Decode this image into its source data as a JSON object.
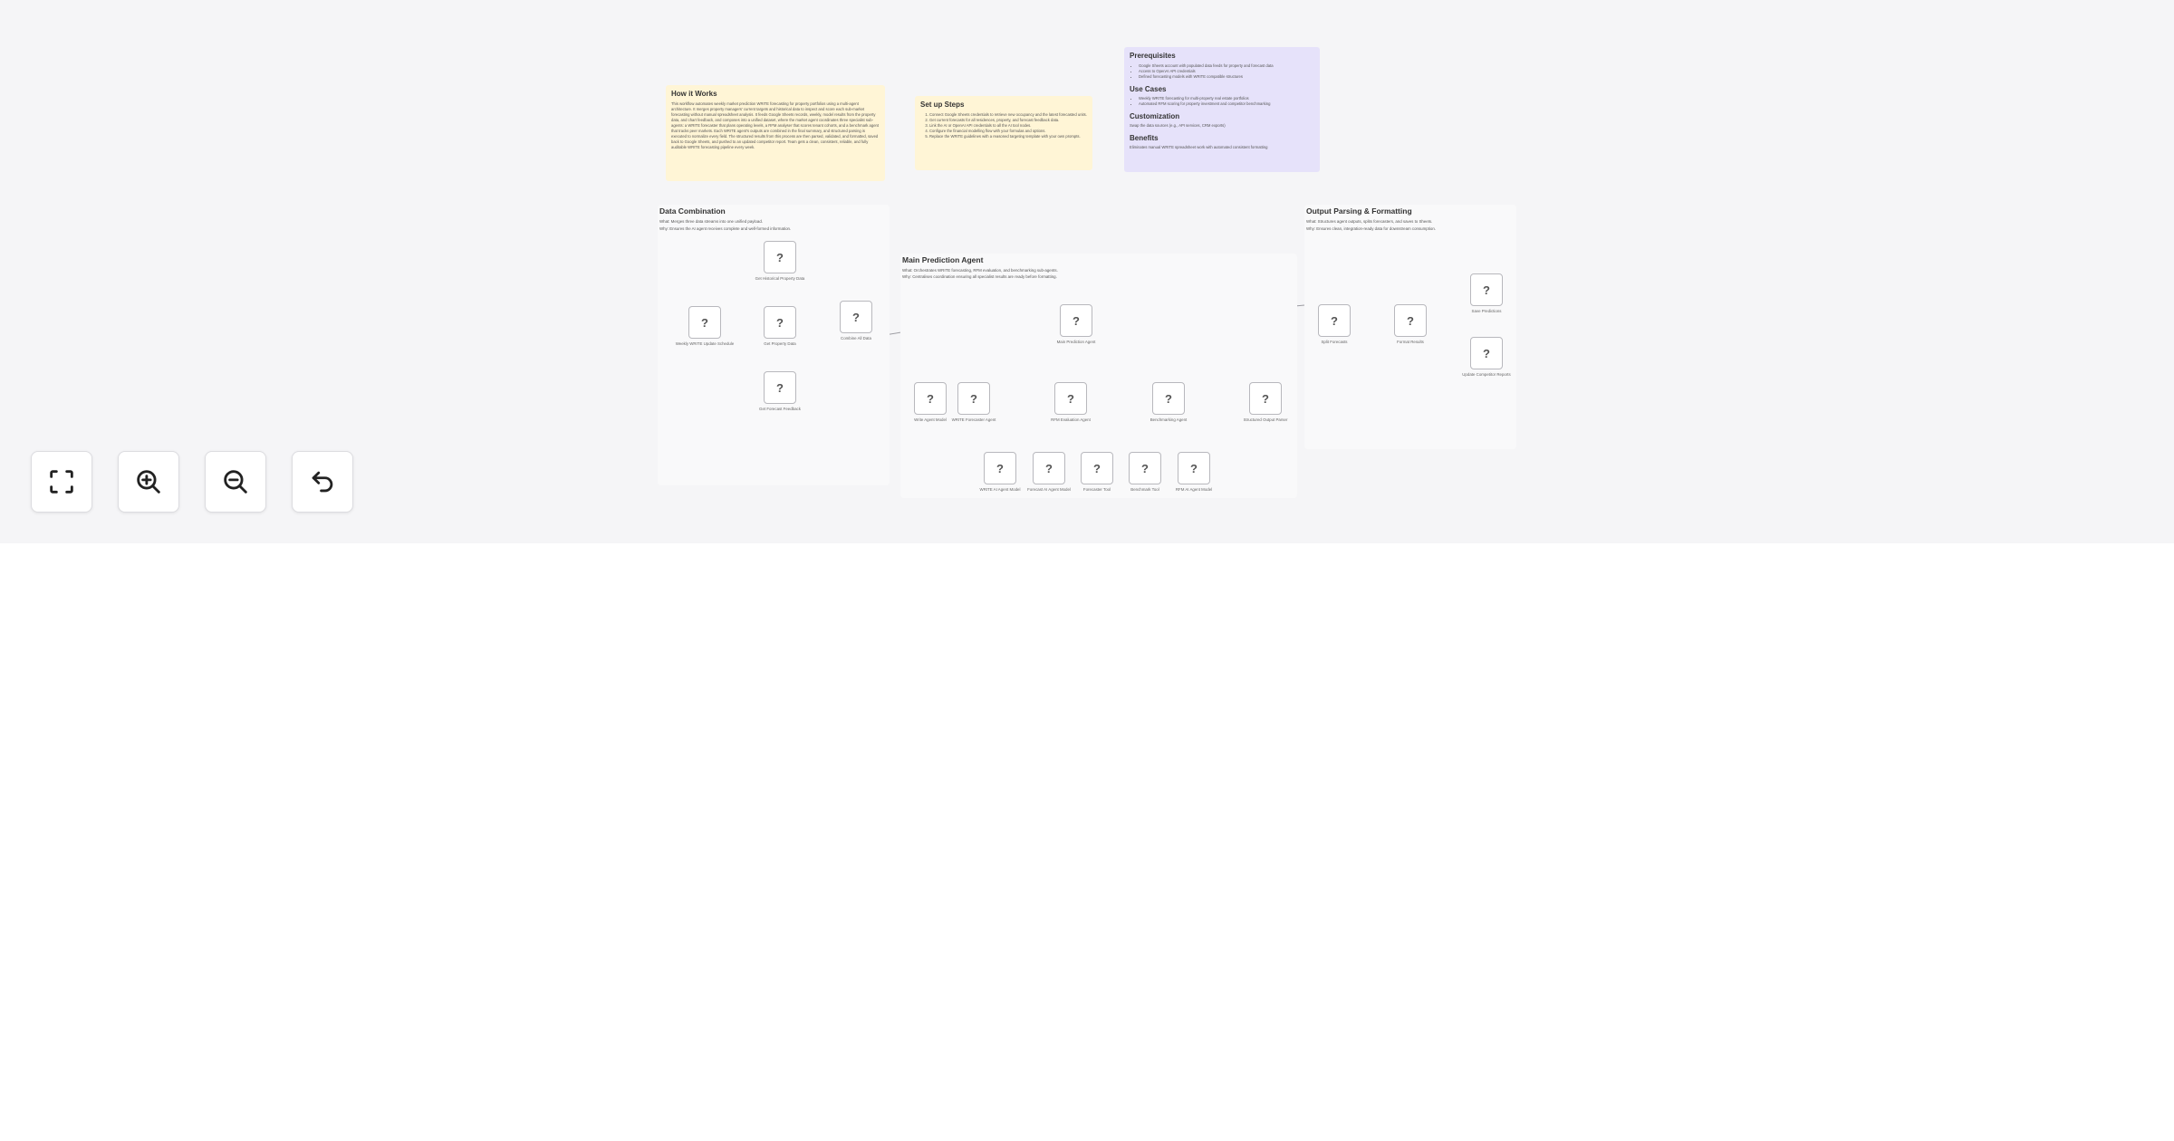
{
  "sticky_how": {
    "title": "How it Works",
    "body": "This workflow automates weekly market prediction WRITE forecasting for property portfolios using a multi-agent architecture. It merges property managers' current targets and historical data to inspect and score each sub-market forecasting without manual spreadsheet analysis. It feeds Google Sheets records, weekly, model results from the property data, and chart feedback, and composes into a unified dataset, where the market agent coordinates three specialist sub-agents: a WRITE forecaster that plans operating levels, a RFM analyser that scores tenant cohorts, and a benchmark agent that tracks peer markets. Each WRITE agent's outputs are combined in the final summary, and structured parsing is executed to normalize every field. The structured results from this process are then parsed, validated, and formatted, saved back to Google Sheets, and pushed to an updated competitor report. Team gets a clean, consistent, reliable, and fully auditable WRITE forecasting pipeline every week."
  },
  "sticky_setup": {
    "title": "Set up Steps",
    "steps": [
      "Connect Google Sheets credentials to retrieve new occupancy and the latest forecasted units.",
      "Get current forecasts for all residences, property, and forecast feedback data.",
      "Link the AI or OpenAI API credentials to all the AI tool nodes.",
      "Configure the financial modelling flow with your formulas and options.",
      "Replace the WRITE guidelines with a reasoned targeting template with your own prompts."
    ]
  },
  "sticky_prereq": {
    "title": "Prerequisites",
    "items": [
      "Google Sheets account with populated data feeds for property and forecast data",
      "Access to OpenAI API credentials",
      "Defined forecasting models with WRITE compatible structures"
    ],
    "usecases_title": "Use Cases",
    "usecases": [
      "Weekly WRITE forecasting for multi-property real estate portfolios",
      "Automated RFM scoring for property investment and competitor benchmarking"
    ],
    "custom_title": "Customization",
    "custom_body": "Swap the data sources (e.g., API services, CRM exports)",
    "benefits_title": "Benefits",
    "benefits_body": "Eliminates manual WRITE spreadsheet work with automated consistent formatting"
  },
  "group_data": {
    "title": "Data Combination",
    "what": "What: Merges three data streams into one unified payload.",
    "why": "Why: Ensures the AI agent receives complete and well-formed information."
  },
  "group_agent": {
    "title": "Main Prediction Agent",
    "what": "What: Orchestrates WRITE forecasting, RFM evaluation, and benchmarking sub-agents.",
    "why": "Why: Centralises coordination ensuring all specialist results are ready before formatting."
  },
  "group_output": {
    "title": "Output Parsing & Formatting",
    "what": "What: Structures agent outputs, splits forecasters, and saves to Sheets.",
    "why": "Why: Ensures clean, integration-ready data for downstream consumption."
  },
  "nodes": {
    "glyph": "?",
    "weekly": "Weekly WRITE Update Schedule",
    "get_historical": "Get Historical Property Data",
    "get_property": "Get Property Data",
    "get_forecast": "Get Forecast Feedback",
    "combine": "Combine All Data",
    "main_agent": "Main Prediction Agent",
    "write_agent": "Write Agent Model",
    "write_forecaster": "WRITE Forecaster Agent",
    "rfm": "RFM Evaluation Agent",
    "benchmark": "Benchmarking Agent",
    "structured": "Structured Output Parser",
    "sub1": "WRITE AI Agent Model",
    "sub2": "Forecast AI Agent Model",
    "sub3": "Forecaster Tool",
    "sub4": "Benchmark Tool",
    "sub5": "RFM AI Agent Model",
    "split": "Split Forecasts",
    "format": "Format Results",
    "save": "Save Predictions",
    "update": "Update Competitor Reports"
  },
  "controls": {
    "fit_view": "fit-view-icon",
    "zoom_in": "zoom-in-icon",
    "zoom_out": "zoom-out-icon",
    "reset": "undo-icon"
  },
  "colors": {
    "canvas_bg": "#f5f5f7",
    "sticky_yellow": "#fff5d6",
    "sticky_purple": "#e6e2fa",
    "node_border": "#b8b8bd",
    "edge": "#a0a0a6"
  }
}
